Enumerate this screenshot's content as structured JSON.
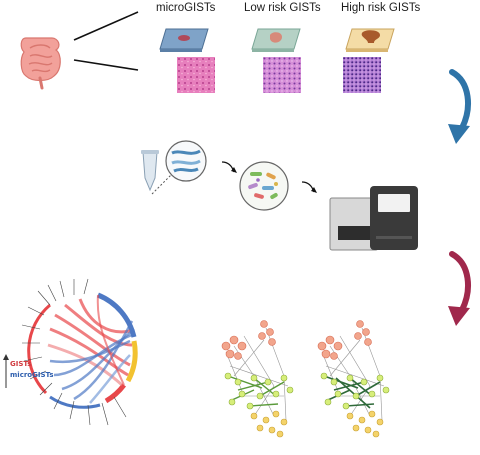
{
  "groups": [
    {
      "label": "microGISTs"
    },
    {
      "label": "Low risk GISTs"
    },
    {
      "label": "High risk GISTs"
    }
  ],
  "chord": {
    "label_1": "GISTs",
    "label_2": "microGISTs",
    "colors": {
      "red": "#e8474a",
      "blue": "#4e79c4",
      "yellow": "#f2c230"
    }
  },
  "colors": {
    "intestine": "#f2a19a",
    "tissue": "#c94aa8",
    "arrow_blue": "#2f74a8",
    "arrow_red": "#a0284c",
    "sequencer": "#3a3a3a"
  }
}
